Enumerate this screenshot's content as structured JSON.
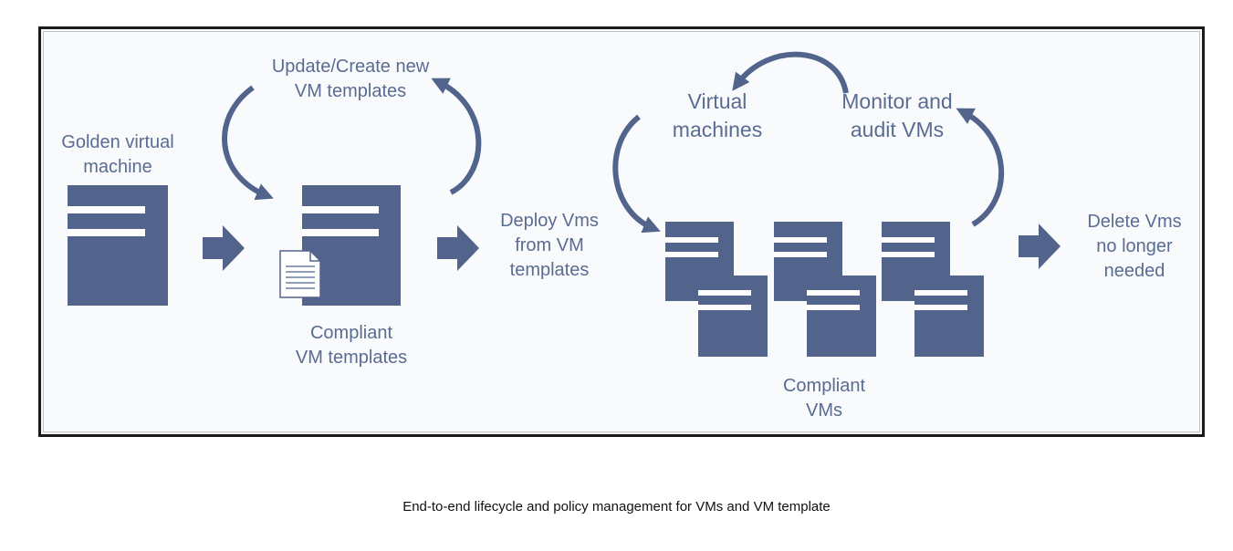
{
  "diagram": {
    "labels": {
      "golden_vm": [
        "Golden virtual",
        "machine"
      ],
      "update_create": [
        "Update/Create new",
        "VM templates"
      ],
      "compliant_templates": [
        "Compliant",
        "VM templates"
      ],
      "deploy": [
        "Deploy Vms",
        "from VM",
        "templates"
      ],
      "virtual_machines": [
        "Virtual",
        "machines"
      ],
      "monitor": [
        "Monitor and",
        "audit VMs"
      ],
      "compliant_vms": [
        "Compliant",
        "VMs"
      ],
      "delete": [
        "Delete Vms",
        "no longer",
        "needed"
      ]
    },
    "colors": {
      "accent": "#52648c",
      "text": "#5a6c92",
      "frame": "#1a1a1a",
      "background": "#f9fafc"
    },
    "icons": [
      "document-icon",
      "server-icon",
      "arrow-right-icon",
      "curved-arrow-icon"
    ]
  },
  "caption": "End-to-end lifecycle and policy management for VMs and VM template"
}
